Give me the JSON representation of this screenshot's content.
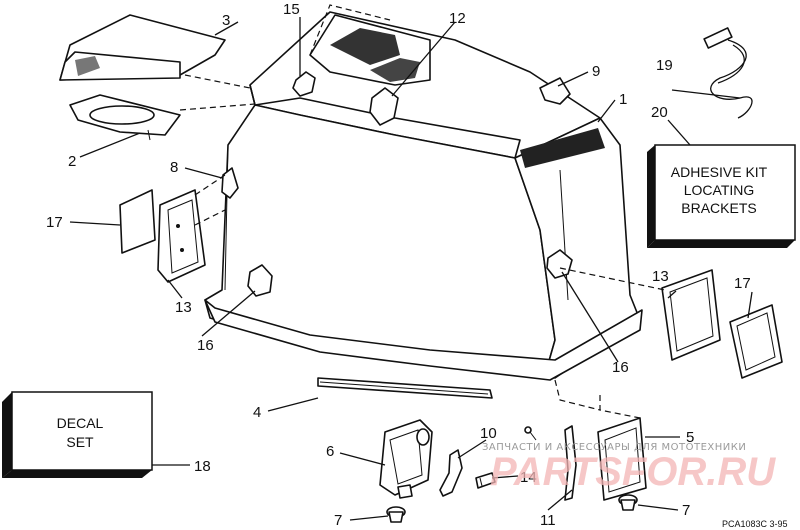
{
  "callouts": {
    "n1": "1",
    "n2": "2",
    "n3": "3",
    "n4": "4",
    "n5": "5",
    "n6": "6",
    "n7a": "7",
    "n7b": "7",
    "n8": "8",
    "n9": "9",
    "n10": "10",
    "n11": "11",
    "n12": "12",
    "n13a": "13",
    "n13b": "13",
    "n14": "14",
    "n15": "15",
    "n16a": "16",
    "n16b": "16",
    "n17a": "17",
    "n17b": "17",
    "n18": "18",
    "n19": "19",
    "n20": "20"
  },
  "adhesive_box": {
    "line1": "ADHESIVE KIT",
    "line2": "LOCATING",
    "line3": "BRACKETS"
  },
  "decal_box": {
    "line1": "DECAL",
    "line2": "SET"
  },
  "watermark": {
    "line1": "ЗАПЧАСТИ И АКСЕССУАРЫ ДЛЯ МОТОТЕХНИКИ",
    "line2": "PARTSFOR.RU"
  },
  "drawing_code": "PCA1083C   3-95"
}
